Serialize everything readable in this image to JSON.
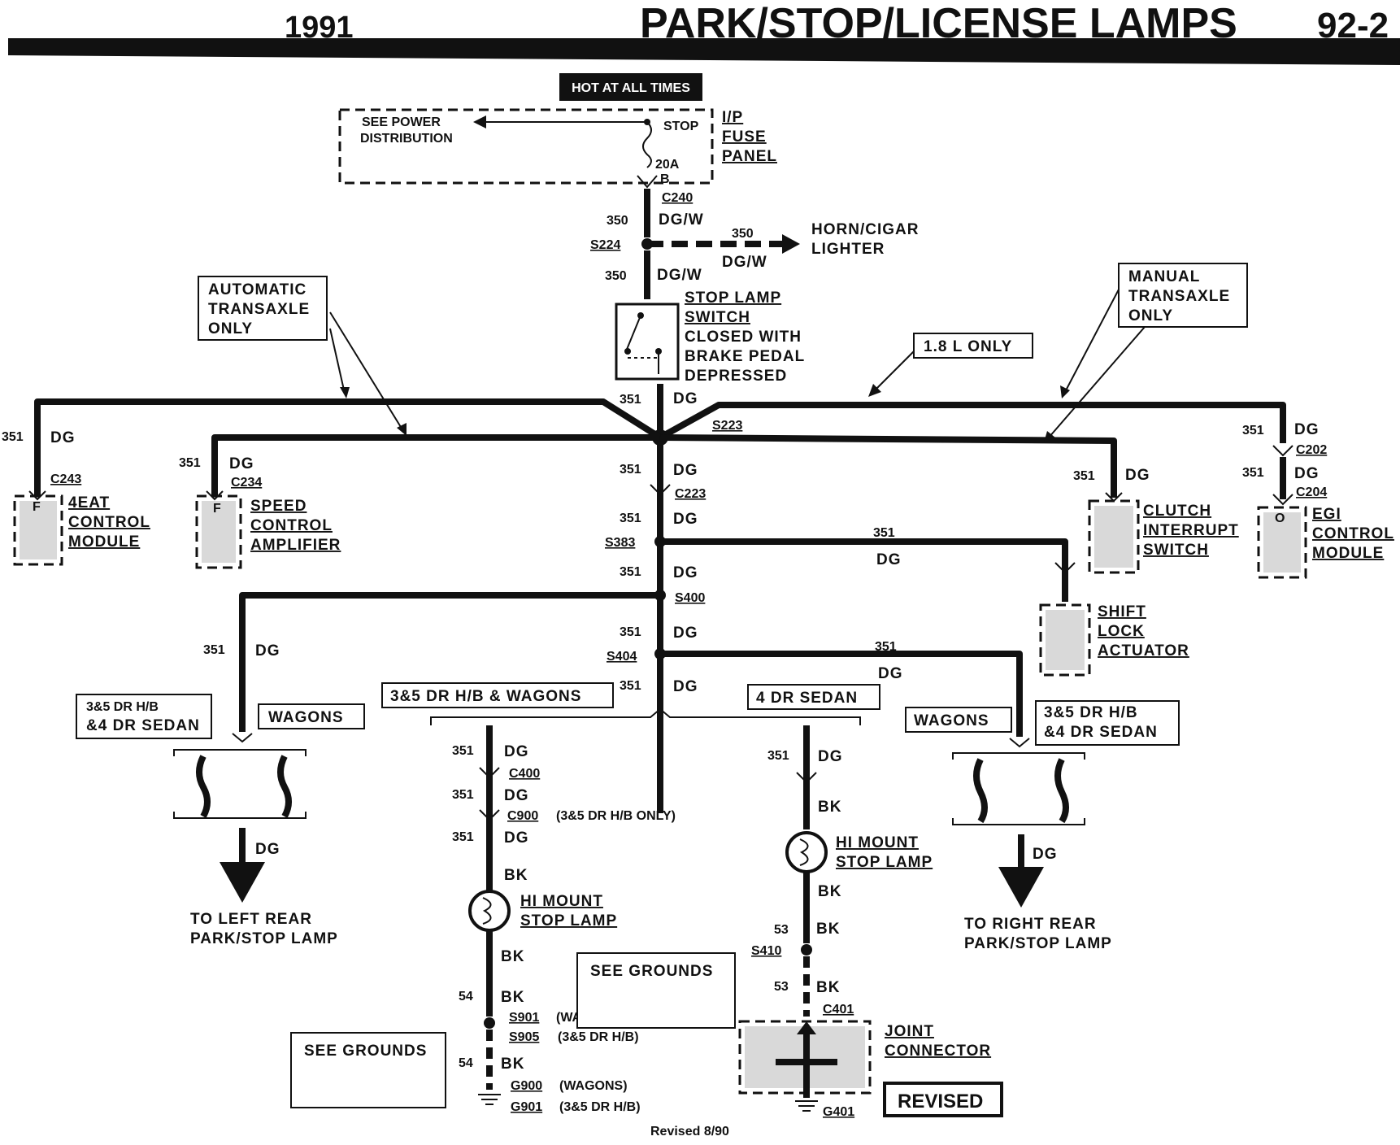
{
  "header": {
    "year": "1991",
    "title": "PARK/STOP/LICENSE LAMPS",
    "page": "92-2"
  },
  "fuse_panel": {
    "hot_label": "HOT AT ALL TIMES",
    "see_power": "SEE POWER",
    "distribution": "DISTRIBUTION",
    "stop": "STOP",
    "rating": "20A",
    "fuse_id": "B",
    "name_lines": [
      "I/P",
      "FUSE",
      "PANEL"
    ]
  },
  "connectors": {
    "c240": "C240",
    "s224": "S224",
    "s223": "S223",
    "c223": "C223",
    "s383": "S383",
    "s400": "S400",
    "s404": "S404",
    "c243": "C243",
    "c234": "C234",
    "c202": "C202",
    "c204": "C204",
    "c400": "C400",
    "c900": "C900",
    "c900_note": "(3&5 DR H/B ONLY)",
    "s410": "S410",
    "c401": "C401",
    "g401": "G401",
    "s901": "S901",
    "s901_note": "(WAGONS)",
    "s905": "S905",
    "s905_note": "(3&5 DR H/B)",
    "g900": "G900",
    "g900_note": "(WAGONS)",
    "g901": "G901",
    "g901_note": "(3&5 DR H/B)"
  },
  "wires": {
    "n350": "350",
    "n351": "351",
    "n53": "53",
    "n54": "54",
    "dgw": "DG/W",
    "dg": "DG",
    "bk": "BK"
  },
  "horn": [
    "HORN/CIGAR",
    "LIGHTER"
  ],
  "stop_switch": [
    "STOP LAMP",
    "SWITCH",
    "CLOSED WITH",
    "BRAKE PEDAL",
    "DEPRESSED"
  ],
  "notes": {
    "auto": [
      "AUTOMATIC",
      "TRANSAXLE",
      "ONLY"
    ],
    "manual": [
      "MANUAL",
      "TRANSAXLE",
      "ONLY"
    ],
    "l18": "1.8 L ONLY"
  },
  "components": {
    "eat": [
      "4EAT",
      "CONTROL",
      "MODULE"
    ],
    "speed": [
      "SPEED",
      "CONTROL",
      "AMPLIFIER"
    ],
    "clutch": [
      "CLUTCH",
      "INTERRUPT",
      "SWITCH"
    ],
    "egi": [
      "EGI",
      "CONTROL",
      "MODULE"
    ],
    "shift": [
      "SHIFT",
      "LOCK",
      "ACTUATOR"
    ],
    "himount": [
      "HI MOUNT",
      "STOP LAMP"
    ],
    "joint": [
      "JOINT",
      "CONNECTOR"
    ],
    "pin_f": "F",
    "pin_o": "O"
  },
  "variants": {
    "hb_sedan_1": "3&5 DR H/B",
    "hb_sedan_2": "&4 DR SEDAN",
    "wagons": "WAGONS",
    "hb_wagons": "3&5 DR H/B & WAGONS",
    "sedan4": "4 DR SEDAN"
  },
  "destinations": {
    "left": [
      "TO LEFT REAR",
      "PARK/STOP LAMP"
    ],
    "right": [
      "TO RIGHT REAR",
      "PARK/STOP LAMP"
    ]
  },
  "see_grounds": "SEE GROUNDS",
  "revised_box": "REVISED",
  "revised_date": "Revised 8/90"
}
